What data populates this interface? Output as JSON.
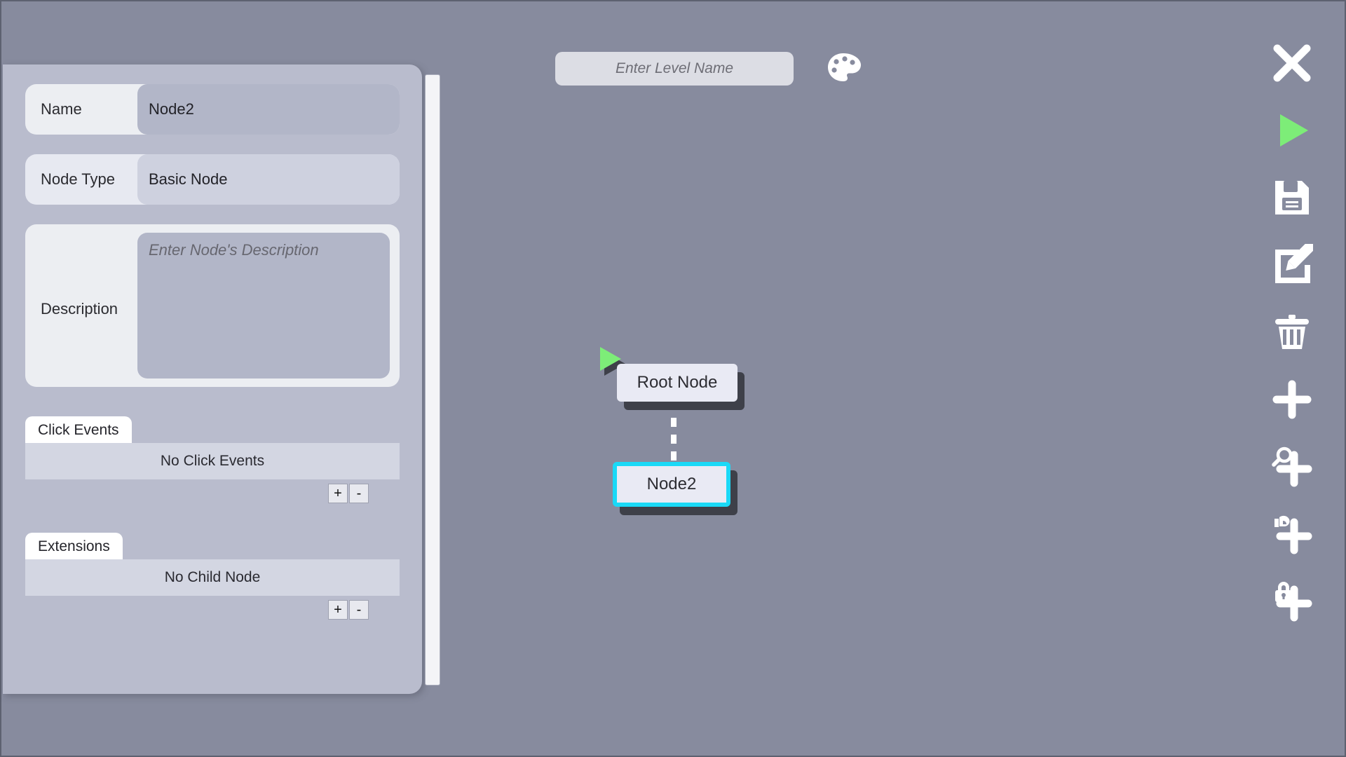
{
  "app": {
    "background_color": "#878b9e",
    "panel_color": "#b9bccd",
    "accent_select_color": "#1ad9f7",
    "accent_play_color": "#7ded78"
  },
  "topbar": {
    "level_name_value": "",
    "level_name_placeholder": "Enter Level Name",
    "palette_icon": "palette-icon"
  },
  "inspector": {
    "fields": [
      {
        "label": "Name",
        "value": "Node2"
      },
      {
        "label": "Node Type",
        "value": "Basic Node"
      },
      {
        "label": "Description",
        "value": "",
        "placeholder": "Enter Node's Description"
      }
    ],
    "sections": [
      {
        "tab": "Click Events",
        "empty_text": "No Click Events",
        "add_label": "+",
        "remove_label": "-"
      },
      {
        "tab": "Extensions",
        "empty_text": "No Child Node",
        "add_label": "+",
        "remove_label": "-"
      }
    ]
  },
  "graph": {
    "nodes": [
      {
        "label": "Root Node",
        "selected": false,
        "has_play_badge": true
      },
      {
        "label": "Node2",
        "selected": true,
        "has_play_badge": false
      }
    ]
  },
  "toolbar": {
    "items": [
      {
        "icon": "close-icon",
        "label": "Close"
      },
      {
        "icon": "play-icon",
        "label": "Play"
      },
      {
        "icon": "save-icon",
        "label": "Save"
      },
      {
        "icon": "edit-icon",
        "label": "Edit"
      },
      {
        "icon": "trash-icon",
        "label": "Delete"
      },
      {
        "icon": "plus-icon",
        "label": "Add Node"
      },
      {
        "icon": "magnifier-plus-icon",
        "label": "Add Inspect Node"
      },
      {
        "icon": "hand-plus-icon",
        "label": "Add Interact Node"
      },
      {
        "icon": "lock-plus-icon",
        "label": "Add Lock Node"
      }
    ]
  }
}
